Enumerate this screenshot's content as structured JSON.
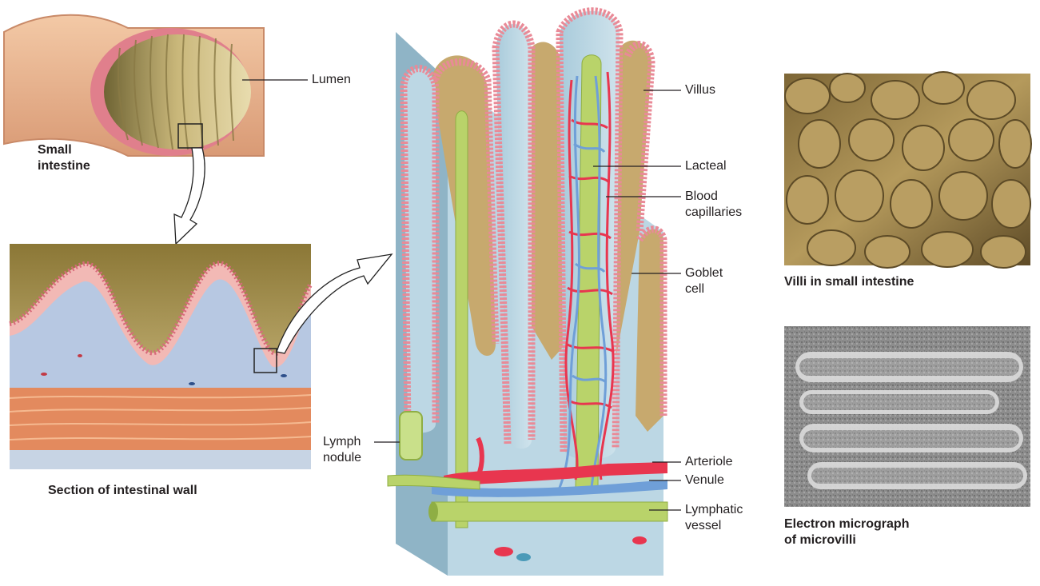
{
  "labels": {
    "lumen": "Lumen",
    "villus": "Villus",
    "lacteal": "Lacteal",
    "blood_capillaries": "Blood\ncapillaries",
    "goblet_cell": "Goblet\ncell",
    "lymph_nodule": "Lymph\nnodule",
    "arteriole": "Arteriole",
    "venule": "Venule",
    "lymphatic_vessel": "Lymphatic\nvessel"
  },
  "captions": {
    "small_intestine": "Small\nintestine",
    "section_of_wall": "Section of intestinal wall",
    "villi_photo": "Villi in small intestine",
    "micrograph": "Electron micrograph\nof microvilli"
  },
  "colors": {
    "villus_fluid": "#bcd7e4",
    "epithelium": "#e98a97",
    "lumen_tan": "#c7a96e",
    "lacteal_green": "#b9d36a",
    "capillary_red": "#e8364f",
    "venule_blue": "#6f9fd8",
    "block_side": "#8fb4c6",
    "muscle": "#e38a5e",
    "villi_photo": "#a98b4c",
    "micrograph_gray": "#8a8a8a"
  }
}
